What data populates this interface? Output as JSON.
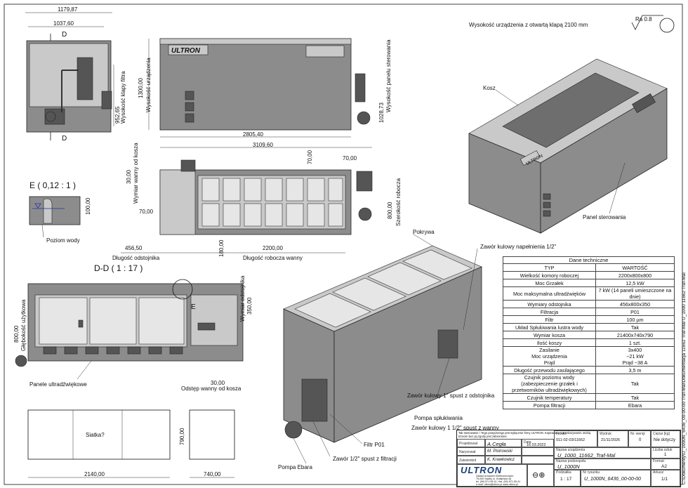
{
  "top_note": "Wysokość urządzenia z otwartą klapą 2100 mm",
  "roughness": "Ra 0.8",
  "dims": {
    "side_total": "1179,87",
    "side_inner": "1037,60",
    "section_mark": "D",
    "filter_height": "952,65",
    "filter_height_label": "Wysokość klapy filtra",
    "front_height": "1300,00",
    "front_height_label": "Wysokość urządzenia",
    "front_length_inner": "2805,40",
    "front_length_total": "3109,60",
    "panel_height": "1028,73",
    "panel_height_label": "Wysokość panelu sterowania",
    "top_30": "30,00",
    "top_30_label": "Wymiar wanny od kosza",
    "top_70a": "70,00",
    "top_70b": "70,00",
    "top_70c": "70,00",
    "top_width": "800,00",
    "top_width_label": "Szerokość robocza",
    "top_rinse": "456,50",
    "top_rinse_label": "Długość odstojnika",
    "top_180": "180,00",
    "top_2200": "2200,00",
    "top_2200_label": "Długość robocza wanny",
    "detail_e": "E ( 0,12 : 1 )",
    "detail_e_dim": "100,00",
    "detail_e_label": "Poziom wody",
    "section_dd": "D-D ( 1 : 17 )",
    "dd_800": "800,00",
    "dd_800_label": "Głębokość użytkowa",
    "dd_350": "350,00",
    "dd_350_label": "Wymiar odstojnika",
    "dd_30": "30,00",
    "dd_30_label": "Odstęp wanny od kosza",
    "dd_mark_e": "E",
    "dd_panels_label": "Panele ultradźwiękowe",
    "slat_label": "Siatka?",
    "slat_len": "2140,00",
    "slat_h": "790,00",
    "slat_w": "740,00"
  },
  "callouts": {
    "kosz": "Kosz",
    "panel": "Panel sterowania",
    "pokrywa": "Pokrywa",
    "zawor_napel": "Zawór kulowy napełnienia 1/2\"",
    "zawor_1": "Zawór kulowy 1\" spust z odstojnika",
    "pompa_splu": "Pompa spłukiwania",
    "zawor_15": "Zawór kulowy 1 1/2\" spust z wanny",
    "filtr": "Filtr P01",
    "zawor_half": "Zawór 1/2\" spust z filtracji",
    "pompa_ebara": "Pompa Ebara"
  },
  "brand": "ULTRON",
  "tech": {
    "caption": "Dane techniczne",
    "head_type": "TYP",
    "head_val": "WARTOŚĆ",
    "rows": [
      [
        "Wielkość komory roboczej",
        "2200x800x800"
      ],
      [
        "Moc Grzałek",
        "12,5 kW"
      ],
      [
        "Moc maksymalna ultradźwięków",
        "7  kW (14 paneli umieszczone na dnie)"
      ],
      [
        "Wymiary odstojnika",
        "456x800x350"
      ],
      [
        "Filtracja",
        "P01"
      ],
      [
        "Filtr",
        "100 µm"
      ],
      [
        "Układ Spłukiwania lustra wody",
        "Tak"
      ],
      [
        "Wymiar kosza",
        "21400x740x790"
      ],
      [
        "Ilość koszy",
        "1 szt."
      ],
      [
        "Zasilanie\nMoc urządzenia\nPrąd",
        "3x400\n~21 kW\nPrąd ~38 A"
      ],
      [
        "Długość przewodu zasilającego",
        "3,5 m"
      ],
      [
        "Czujnik poziomu wody (zabezpieczenie grzałek i przetworników ultradźwiękowych)",
        "Tak"
      ],
      [
        "Czujnik temperatury",
        "Tak"
      ],
      [
        "Pompa filtracji",
        "Ebara"
      ]
    ]
  },
  "title_block": {
    "note": "Tak stosowanie / Tego powyższego jest wyłącznie firmy ULTRON. Kopiowanie i przekazywanie osobą trzecim bez jej zgody jest zabronione.",
    "projektowal": "A.Cegła",
    "narysowal": "M. Piotrowski",
    "zatwierdzil": "K. Krawkowicz",
    "date_label": "Data",
    "date": "16.03.2022",
    "index_label": "Indeks",
    "index": "011-02-03/11662",
    "printed_label": "Wydruk",
    "printed": "21/11/2026",
    "version_label": "Nr. wersji",
    "version": "0",
    "weight_label": "Ciężar [kg]",
    "weight": "Nie dotyczy",
    "device_label": "Nazwa urządzenia",
    "device": "U_1000_11662_Traf-Mal",
    "pieces_label": "Liczba sztuk",
    "pieces": "1",
    "sub_label": "Nazwa podzespołu",
    "sub": "U_1000N",
    "format_label": "Format",
    "format": "A2",
    "scale_label": "Podziałka",
    "scale": "1 : 17",
    "drawing_label": "Nr rysunku",
    "drawing": "U_1000N_6436_00-00-00",
    "sheet_label": "Arkusz",
    "sheet": "1/1",
    "company": "Zakład Urządzeń Elektronicznych",
    "address": "75-000 Swarly ul. Grałyńska 4a",
    "phones": "tel. (59) 571-95-41 / fax. (59) 571-95-41",
    "mail": "e-mail: ultron@ultron.pl   www.ultron.pl"
  },
  "side_text": "C:\\Dokumenty\\U_1000N_6436_00-00-00 Traf-Mal\\Dokumentacja 11662 Traf-Mal U_1000 11662 Traf-Mal"
}
